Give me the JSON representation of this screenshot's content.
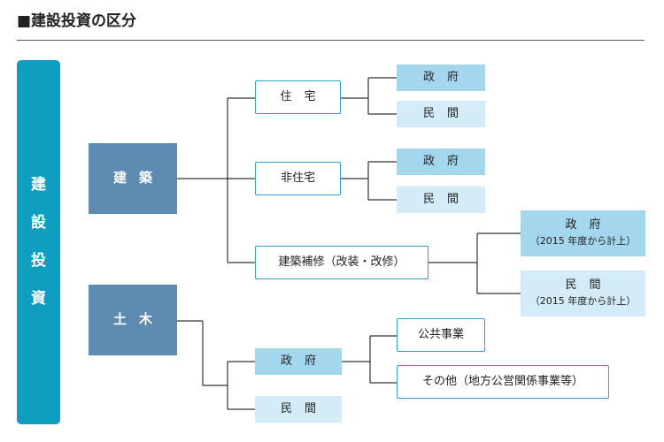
{
  "title": "■建設投資の区分",
  "root": {
    "chars": [
      "建",
      "設",
      "投",
      "資"
    ]
  },
  "categories": {
    "building": "建築",
    "civil": "土木"
  },
  "building": {
    "residential": {
      "label": "住宅",
      "government": "政府",
      "private": "民間"
    },
    "non_residential": {
      "label": "非住宅",
      "government": "政府",
      "private": "民間"
    },
    "repair": {
      "label": "建築補修（改装・改修）",
      "government": {
        "label": "政府",
        "note": "（2015 年度から計上）"
      },
      "private": {
        "label": "民間",
        "note": "（2015 年度から計上）"
      }
    }
  },
  "civil": {
    "government": {
      "label": "政府",
      "public": "公共事業",
      "other": "その他（地方公営関係事業等）"
    },
    "private": "民間"
  },
  "colors": {
    "root": "#0f9ec0",
    "category": "#5d8bb2",
    "outline_border": "#2aa3c2",
    "government_fill": "#a4d6ee",
    "private_fill": "#d3ecf7",
    "connector": "#333333"
  }
}
